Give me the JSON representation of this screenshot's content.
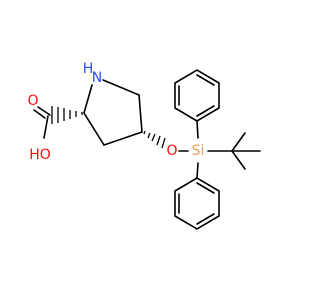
{
  "molecule": {
    "atoms": {
      "n": "N",
      "nh": "H",
      "o_carbonyl": "O",
      "o_hydroxyl": "HO",
      "o_ether": "O",
      "si": "Si"
    }
  },
  "colors": {
    "nitrogen": "#3050F8",
    "oxygen": "#FF0D0D",
    "silicon": "#E8A055",
    "bond": "#000000"
  }
}
